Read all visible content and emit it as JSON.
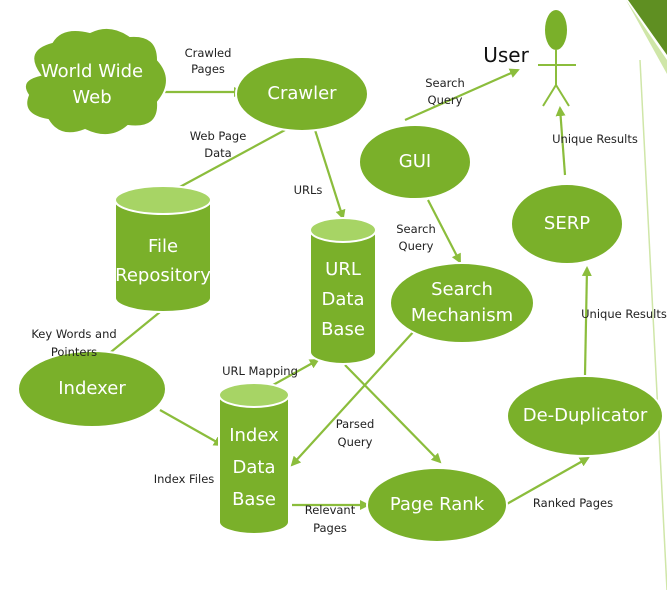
{
  "colors": {
    "node_fill": "#7ab02a",
    "node_stroke": "#ffffff",
    "cylinder_top": "#a7d465",
    "edge": "#8bbd3c",
    "decor_dark": "#5f8f22",
    "decor_light": "#cfe6a8"
  },
  "nodes": {
    "www": "World Wide\nWeb",
    "crawler": "Crawler",
    "gui": "GUI",
    "serp": "SERP",
    "file_repository": "File\nRepository",
    "url_db": "URL\nData\nBase",
    "search_mechanism": "Search\nMechanism",
    "indexer": "Indexer",
    "index_db": "Index\nData\nBase",
    "page_rank": "Page Rank",
    "deduplicator": "De-Duplicator"
  },
  "user": {
    "label": "User"
  },
  "edge_labels": {
    "crawled_pages": "Crawled\nPages",
    "web_page_data": "Web Page\nData",
    "urls": "URLs",
    "search_query_1": "Search\nQuery",
    "search_query_2": "Search\nQuery",
    "unique_results_1": "Unique Results",
    "unique_results_2": "Unique Results",
    "key_words": "Key Words and\nPointers",
    "url_mapping": "URL Mapping",
    "parsed_query": "Parsed\nQuery",
    "index_files": "Index Files",
    "relevant_pages": "Relevant\nPages",
    "ranked_pages": "Ranked Pages"
  }
}
